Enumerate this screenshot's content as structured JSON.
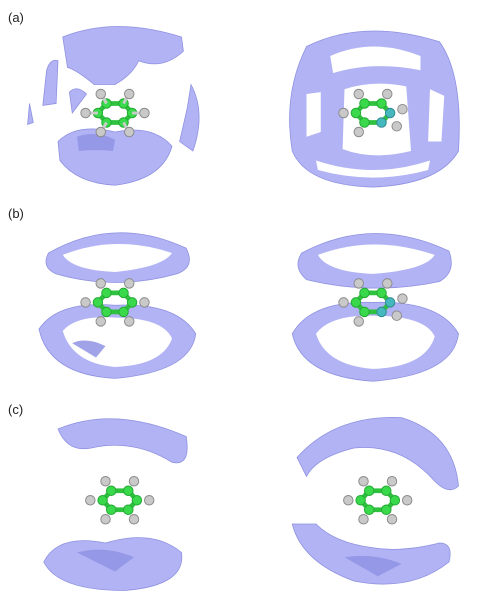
{
  "figure": {
    "panels": [
      {
        "label": "(a)",
        "molecules": [
          {
            "type": "benzene"
          },
          {
            "type": "substituted-ring"
          }
        ]
      },
      {
        "label": "(b)",
        "molecules": [
          {
            "type": "benzene"
          },
          {
            "type": "substituted-ring"
          }
        ]
      },
      {
        "label": "(c)",
        "molecules": [
          {
            "type": "benzene"
          },
          {
            "type": "benzene"
          }
        ]
      }
    ],
    "colors": {
      "isosurface": "#a3a6f2",
      "carbon": "#38d84a",
      "hydrogen": "#b8b8b8",
      "nitrogen": "#3fb3b8"
    }
  }
}
